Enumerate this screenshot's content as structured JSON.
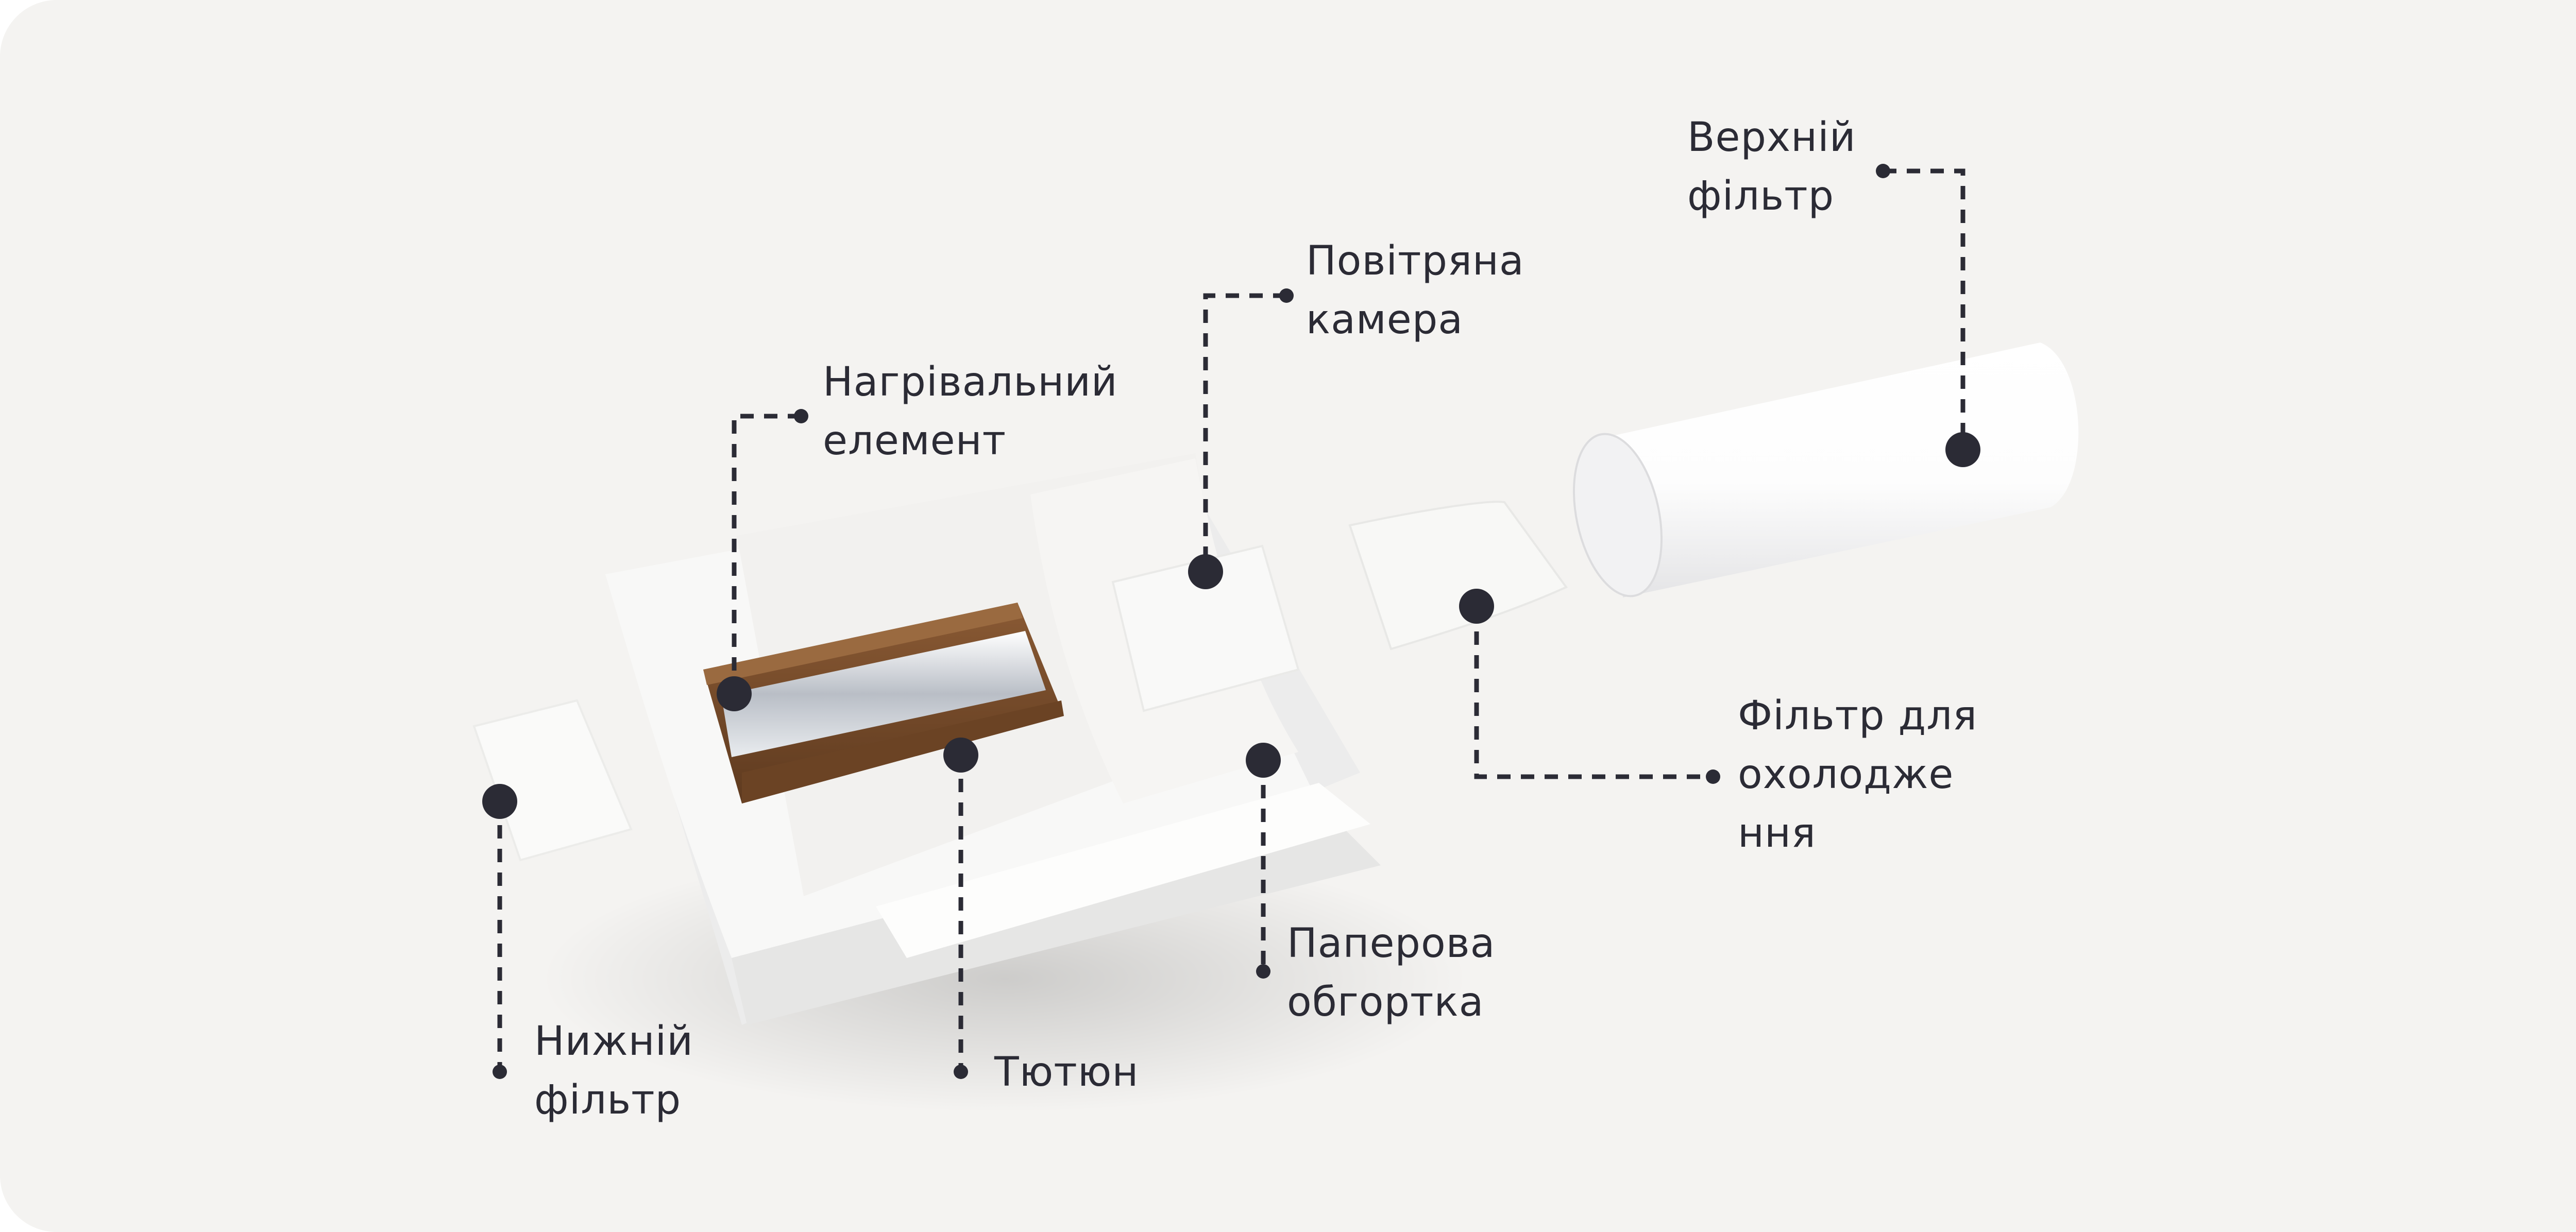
{
  "diagram": {
    "colors": {
      "background": "#f4f3f1",
      "leader": "#2b2b35",
      "paper": "#fbfbfa",
      "tobacco": "#7a4e2c",
      "foil": "#d8dbe0"
    },
    "parts": {
      "top_filter": {
        "line1": "Верхній",
        "line2": "фільтр"
      },
      "air_chamber": {
        "line1": "Повітряна",
        "line2": "камера"
      },
      "heating_element": {
        "line1": "Нагрівальний",
        "line2": "елемент"
      },
      "cooling_filter": {
        "line1": "Фільтр для",
        "line2": "охолодже",
        "line3": "ння"
      },
      "paper_wrap": {
        "line1": "Паперова",
        "line2": "обгортка"
      },
      "tobacco": {
        "line1": "Тютюн"
      },
      "bottom_filter": {
        "line1": "Нижній",
        "line2": "фільтр"
      }
    }
  }
}
